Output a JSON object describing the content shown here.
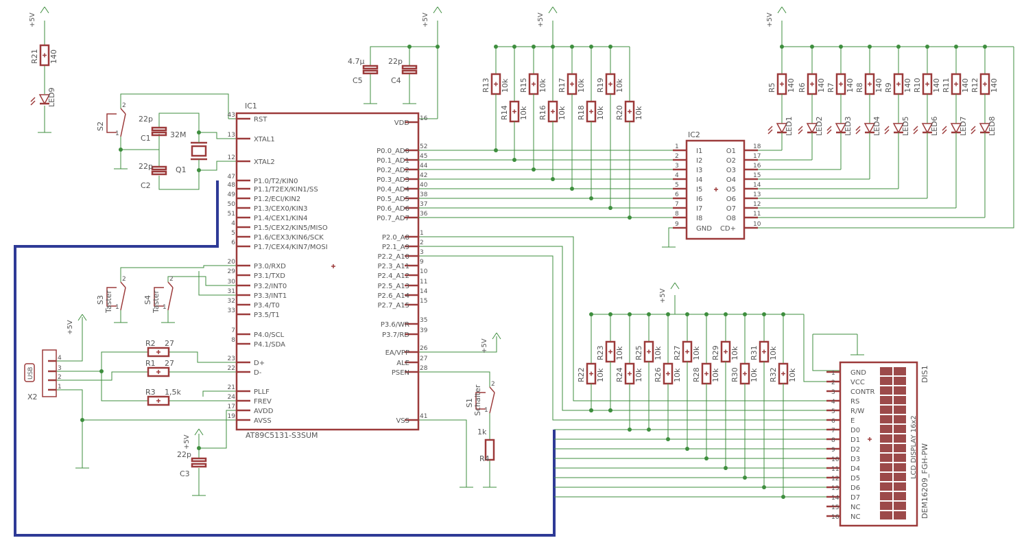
{
  "ic1": {
    "name": "IC1",
    "value": "AT89C5131-S3SUM",
    "left_pins": [
      {
        "pad": "43",
        "name": "RST"
      },
      {
        "pad": "13",
        "name": "XTAL1"
      },
      {
        "pad": "12",
        "name": "XTAL2"
      },
      {
        "pad": "47",
        "name": "P1.0/T2/KIN0"
      },
      {
        "pad": "48",
        "name": "P1.1/T2EX/KIN1/SS"
      },
      {
        "pad": "49",
        "name": "P1.2/ECI/KIN2"
      },
      {
        "pad": "50",
        "name": "P1.3/CEX0/KIN3"
      },
      {
        "pad": "51",
        "name": "P1.4/CEX1/KIN4"
      },
      {
        "pad": "4",
        "name": "P1.5/CEX2/KIN5/MISO"
      },
      {
        "pad": "5",
        "name": "P1.6/CEX3/KIN6/SCK"
      },
      {
        "pad": "6",
        "name": "P1.7/CEX4/KIN7/MOSI"
      },
      {
        "pad": "20",
        "name": "P3.0/RXD"
      },
      {
        "pad": "29",
        "name": "P3.1/TXD"
      },
      {
        "pad": "30",
        "name": "P3.2/INT0"
      },
      {
        "pad": "31",
        "name": "P3.3/INT1"
      },
      {
        "pad": "32",
        "name": "P3.4/T0"
      },
      {
        "pad": "33",
        "name": "P3.5/T1"
      },
      {
        "pad": "7",
        "name": "P4.0/SCL"
      },
      {
        "pad": "8",
        "name": "P4.1/SDA"
      },
      {
        "pad": "23",
        "name": "D+"
      },
      {
        "pad": "22",
        "name": "D-"
      },
      {
        "pad": "21",
        "name": "PLLF"
      },
      {
        "pad": "24",
        "name": "FREV"
      },
      {
        "pad": "17",
        "name": "AVDD"
      },
      {
        "pad": "19",
        "name": "AVSS"
      }
    ],
    "right_pins": [
      {
        "pad": "16",
        "name": "VDD"
      },
      {
        "pad": "52",
        "name": "P0.0_AD0"
      },
      {
        "pad": "45",
        "name": "P0.1_AD1"
      },
      {
        "pad": "44",
        "name": "P0.2_AD2"
      },
      {
        "pad": "42",
        "name": "P0.3_AD3"
      },
      {
        "pad": "40",
        "name": "P0.4_AD4"
      },
      {
        "pad": "38",
        "name": "P0.5_AD5"
      },
      {
        "pad": "37",
        "name": "P0.6_AD6"
      },
      {
        "pad": "36",
        "name": "P0.7_AD7"
      },
      {
        "pad": "1",
        "name": "P2.0_A8"
      },
      {
        "pad": "2",
        "name": "P2.1_A9"
      },
      {
        "pad": "3",
        "name": "P2.2_A10"
      },
      {
        "pad": "9",
        "name": "P2.3_A11"
      },
      {
        "pad": "10",
        "name": "P2.4_A12"
      },
      {
        "pad": "11",
        "name": "P2.5_A13"
      },
      {
        "pad": "14",
        "name": "P2.6_A14"
      },
      {
        "pad": "15",
        "name": "P2.7_A15"
      },
      {
        "pad": "35",
        "name": "P3.6/WR"
      },
      {
        "pad": "39",
        "name": "P3.7/RD"
      },
      {
        "pad": "26",
        "name": "EA/VPP"
      },
      {
        "pad": "27",
        "name": "ALE"
      },
      {
        "pad": "28",
        "name": "PSEN"
      },
      {
        "pad": "41",
        "name": "VSS"
      }
    ]
  },
  "ic2": {
    "name": "IC2",
    "left_pins": [
      {
        "pad": "1",
        "name": "I1"
      },
      {
        "pad": "2",
        "name": "I2"
      },
      {
        "pad": "3",
        "name": "I3"
      },
      {
        "pad": "4",
        "name": "I4"
      },
      {
        "pad": "5",
        "name": "I5"
      },
      {
        "pad": "6",
        "name": "I6"
      },
      {
        "pad": "7",
        "name": "I7"
      },
      {
        "pad": "8",
        "name": "I8"
      },
      {
        "pad": "9",
        "name": "GND"
      }
    ],
    "right_pins": [
      {
        "pad": "18",
        "name": "O1"
      },
      {
        "pad": "17",
        "name": "O2"
      },
      {
        "pad": "16",
        "name": "O3"
      },
      {
        "pad": "15",
        "name": "O4"
      },
      {
        "pad": "14",
        "name": "O5"
      },
      {
        "pad": "13",
        "name": "O6"
      },
      {
        "pad": "12",
        "name": "O7"
      },
      {
        "pad": "11",
        "name": "O8"
      },
      {
        "pad": "10",
        "name": "CD+"
      }
    ]
  },
  "display": {
    "name": "DIS1",
    "value": "DEM16209_FGH-PW",
    "inner_label": "LCD DISPLAY 16x2",
    "pins": [
      {
        "pad": "1",
        "name": "GND"
      },
      {
        "pad": "2",
        "name": "VCC"
      },
      {
        "pad": "3",
        "name": "CONTR"
      },
      {
        "pad": "4",
        "name": "RS"
      },
      {
        "pad": "5",
        "name": "R/W"
      },
      {
        "pad": "6",
        "name": "E"
      },
      {
        "pad": "7",
        "name": "D0"
      },
      {
        "pad": "8",
        "name": "D1"
      },
      {
        "pad": "9",
        "name": "D2"
      },
      {
        "pad": "10",
        "name": "D3"
      },
      {
        "pad": "11",
        "name": "D4"
      },
      {
        "pad": "12",
        "name": "D5"
      },
      {
        "pad": "13",
        "name": "D6"
      },
      {
        "pad": "14",
        "name": "D7"
      },
      {
        "pad": "15",
        "name": "NC"
      },
      {
        "pad": "16",
        "name": "NC"
      }
    ]
  },
  "power_label": "+5V",
  "led_resistors": [
    {
      "name": "R5",
      "value": "140",
      "led": "LED1"
    },
    {
      "name": "R6",
      "value": "140",
      "led": "LED2"
    },
    {
      "name": "R7",
      "value": "140",
      "led": "LED3"
    },
    {
      "name": "R8",
      "value": "140",
      "led": "LED4"
    },
    {
      "name": "R9",
      "value": "140",
      "led": "LED5"
    },
    {
      "name": "R10",
      "value": "140",
      "led": "LED6"
    },
    {
      "name": "R11",
      "value": "140",
      "led": "LED7"
    },
    {
      "name": "R12",
      "value": "140",
      "led": "LED8"
    }
  ],
  "pullups_p0": [
    {
      "name": "R13",
      "value": "10k"
    },
    {
      "name": "R14",
      "value": "10k"
    },
    {
      "name": "R15",
      "value": "10k"
    },
    {
      "name": "R16",
      "value": "10k"
    },
    {
      "name": "R17",
      "value": "10k"
    },
    {
      "name": "R18",
      "value": "10k"
    },
    {
      "name": "R19",
      "value": "10k"
    },
    {
      "name": "R20",
      "value": "10k"
    }
  ],
  "pullups_lcd": [
    {
      "name": "R22",
      "value": "10k"
    },
    {
      "name": "R23",
      "value": "10k"
    },
    {
      "name": "R24",
      "value": "10k"
    },
    {
      "name": "R25",
      "value": "10k"
    },
    {
      "name": "R26",
      "value": "10k"
    },
    {
      "name": "R27",
      "value": "10k"
    },
    {
      "name": "R28",
      "value": "10k"
    },
    {
      "name": "R29",
      "value": "10k"
    },
    {
      "name": "R30",
      "value": "10k"
    },
    {
      "name": "R31",
      "value": "10k"
    },
    {
      "name": "R32",
      "value": "10k"
    }
  ],
  "parts": {
    "r21": {
      "name": "R21",
      "value": "140"
    },
    "led9": "LED9",
    "s2": "S2",
    "c1": {
      "name": "C1",
      "value": "22p"
    },
    "c2": {
      "name": "C2",
      "value": "22p"
    },
    "q1": {
      "name": "Q1",
      "value": "32M"
    },
    "c5": {
      "name": "C5",
      "value": "4.7µ"
    },
    "c4": {
      "name": "C4",
      "value": "22p"
    },
    "s3": {
      "name": "S3",
      "value": "Taster"
    },
    "s4": {
      "name": "S4",
      "value": "Taster"
    },
    "usb": {
      "name": "X2",
      "value": "USB"
    },
    "r2": {
      "name": "R2",
      "value": "27"
    },
    "r1": {
      "name": "R1",
      "value": "27"
    },
    "r3": {
      "name": "R3",
      "value": "1,5k"
    },
    "c3": {
      "name": "C3",
      "value": "22p"
    },
    "s1": {
      "name": "S1",
      "value": "Schalter"
    },
    "r4": {
      "name": "R4",
      "value": "1k"
    }
  },
  "usb_pins": [
    "4",
    "3",
    "2",
    "1"
  ]
}
